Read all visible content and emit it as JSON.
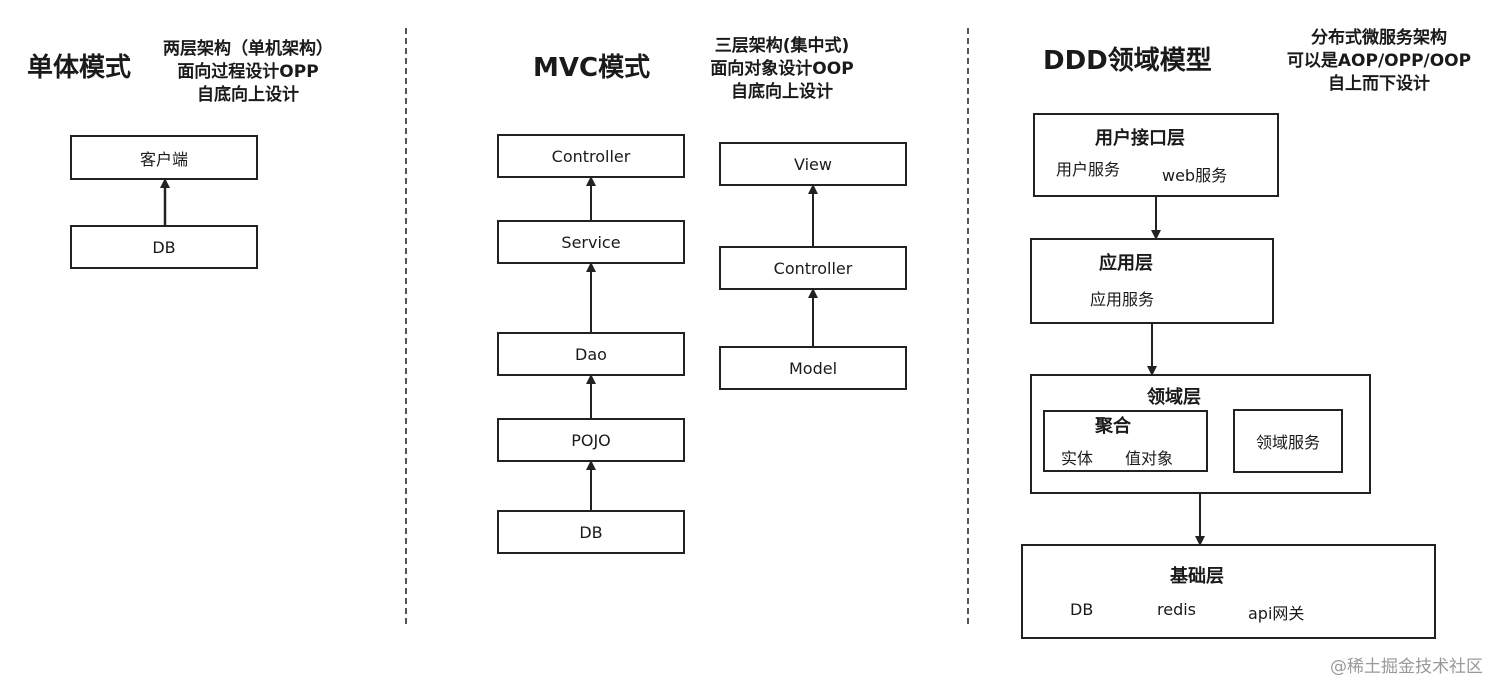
{
  "monolith": {
    "title": "单体模式",
    "notes": [
      "两层架构（单机架构）",
      "面向过程设计OPP",
      "自底向上设计"
    ],
    "boxes": {
      "client": "客户端",
      "db": "DB"
    }
  },
  "mvc": {
    "title": "MVC模式",
    "notes": [
      "三层架构(集中式)",
      "面向对象设计OOP",
      "自底向上设计"
    ],
    "stack_left": [
      "Controller",
      "Service",
      "Dao",
      "POJO",
      "DB"
    ],
    "stack_right": [
      "View",
      "Controller",
      "Model"
    ]
  },
  "ddd": {
    "title": "DDD领域模型",
    "notes": [
      "分布式微服务架构",
      "可以是AOP/OPP/OOP",
      "自上而下设计"
    ],
    "ui_layer": {
      "title": "用户接口层",
      "items": [
        "用户服务",
        "web服务"
      ]
    },
    "app_layer": {
      "title": "应用层",
      "items": [
        "应用服务"
      ]
    },
    "domain_layer": {
      "title": "领域层",
      "aggregate": {
        "title": "聚合",
        "items": [
          "实体",
          "值对象"
        ]
      },
      "service": "领域服务"
    },
    "infra_layer": {
      "title": "基础层",
      "items": [
        "DB",
        "redis",
        "api网关"
      ]
    }
  },
  "watermark": "@稀土掘金技术社区"
}
